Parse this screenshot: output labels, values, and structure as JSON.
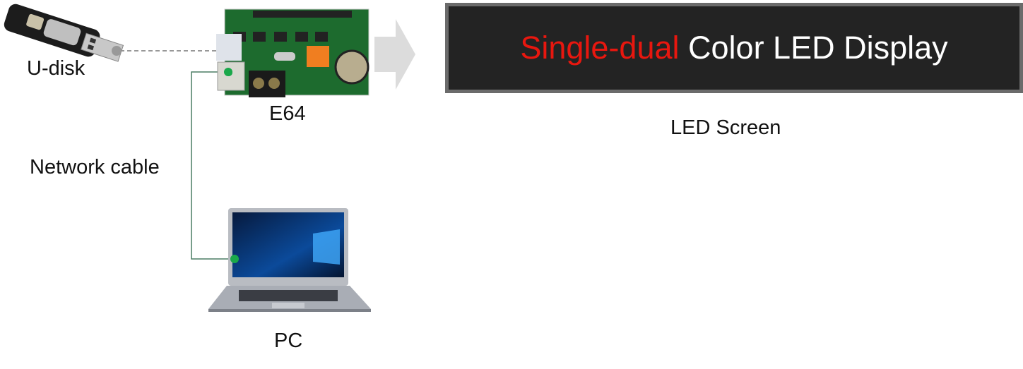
{
  "labels": {
    "udisk": "U-disk",
    "controller": "E64",
    "network": "Network cable",
    "pc": "PC",
    "led_screen": "LED Screen"
  },
  "led_display": {
    "text_red": "Single-dual",
    "text_white": "Color LED Display",
    "red_color": "#e8170f",
    "white_color": "#ffffff"
  },
  "connector_color": "#1aa84a",
  "cable_color": "#4a7d64"
}
